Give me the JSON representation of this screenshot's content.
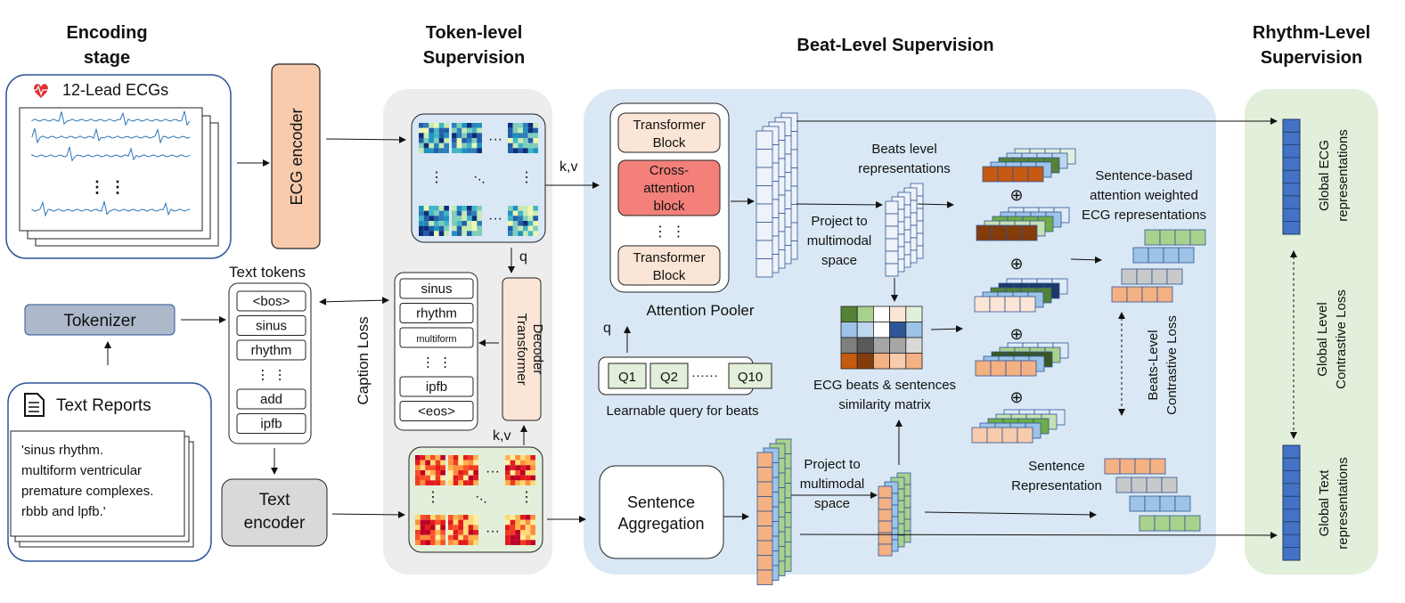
{
  "headers": {
    "encoding": [
      "Encoding",
      "stage"
    ],
    "token": [
      "Token-level",
      "Supervision"
    ],
    "beat": "Beat-Level Supervision",
    "rhythm": [
      "Rhythm-Level",
      "Supervision"
    ]
  },
  "encoding": {
    "ecg_title": "12-Lead ECGs",
    "ecg_encoder": "ECG encoder",
    "tokenizer": "Tokenizer",
    "text_reports_title": "Text Reports",
    "report_lines": [
      "'sinus rhythm.",
      "multiform ventricular",
      "premature complexes.",
      "rbbb and lpfb.'"
    ],
    "text_encoder": [
      "Text",
      "encoder"
    ],
    "text_tokens_title": "Text tokens",
    "text_tokens": [
      "<bos>",
      "sinus",
      "rhythm",
      "⋮   ⋮",
      "add",
      "ipfb"
    ]
  },
  "token_level": {
    "caption_loss": "Caption Loss",
    "decoder": [
      "Transformer",
      "Decoder"
    ],
    "decoded_tokens": [
      "sinus",
      "rhythm",
      "multiform",
      "⋮   ⋮",
      "ipfb",
      "<eos>"
    ],
    "q_label": "q",
    "kv_label": "k,v",
    "kv_label_top": "k,v"
  },
  "beat_level": {
    "pooler_blocks": [
      [
        "Transformer",
        "Block"
      ],
      [
        "Cross-",
        "attention",
        "block"
      ],
      [
        "Transformer",
        "Block"
      ]
    ],
    "pooler_title": "Attention Pooler",
    "q_label": "q",
    "queries": [
      "Q1",
      "Q2",
      "Q10"
    ],
    "queries_dots": "······",
    "query_caption": "Learnable query for beats",
    "beats_level_rep": [
      "Beats level",
      "representations"
    ],
    "project_ecg": [
      "Project to",
      "multimodal",
      "space"
    ],
    "project_text": [
      "Project to",
      "multimodal",
      "space"
    ],
    "sim_matrix_caption": [
      "ECG beats & sentences",
      "similarity matrix"
    ],
    "sentence_aggregation": [
      "Sentence",
      "Aggregation"
    ],
    "weighted_rep": [
      "Sentence-based",
      "attention weighted",
      "ECG representations"
    ],
    "beats_loss": [
      "Beats-Level",
      "Contrastive Loss"
    ],
    "sentence_rep": [
      "Sentence",
      "Representation"
    ],
    "oplus": "⊕"
  },
  "rhythm_level": {
    "global_ecg": [
      "Global ECG",
      "representations"
    ],
    "global_loss": [
      "Global Level",
      "Contrastive Loss"
    ],
    "global_text": [
      "Global Text",
      "representations"
    ]
  },
  "colors": {
    "encoder_orange": "#f8cbad",
    "encoder_text_gray": "#d9d9d9",
    "tokenizer_blue": "#adb9ca",
    "panel_gray": "#ededed",
    "panel_blue": "#dae8f5",
    "panel_green": "#e2efda",
    "cross_attention_red": "#f4807a",
    "block_peach": "#fbe5d6",
    "query_green": "#e2efda",
    "global_blue": "#4472c4",
    "heart_red": "#e03030"
  }
}
